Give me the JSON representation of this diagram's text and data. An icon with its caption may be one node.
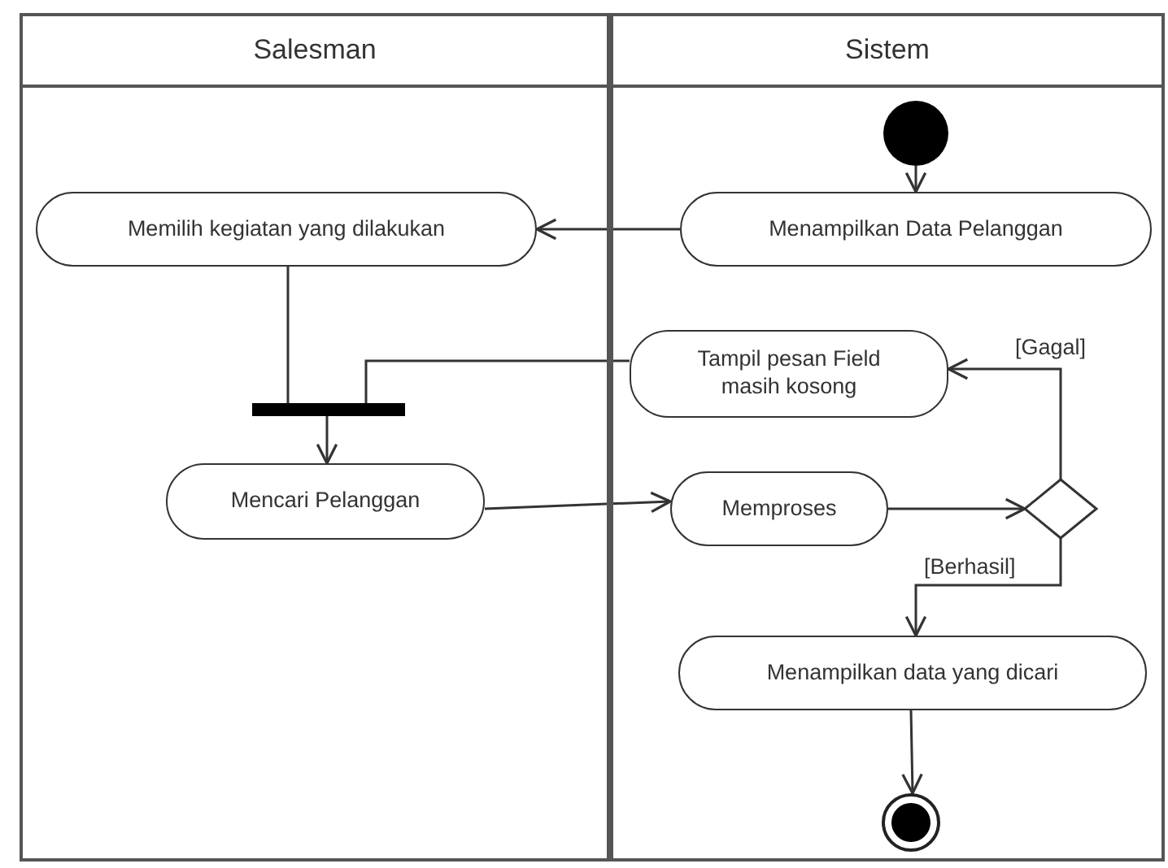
{
  "diagram": {
    "nodes": [
      {
        "text": [
          "Salesman"
        ]
      },
      {
        "text": [
          "Sistem"
        ]
      },
      {
        "text": [],
        "shape": "circle",
        "in": 1
      },
      {
        "text": [
          "Menampilkan Data Pelanggan"
        ],
        "in": 1
      },
      {
        "text": [
          "Memilih kegiatan yang dilakukan"
        ],
        "in": 0
      },
      {
        "text": [],
        "shape": "bar",
        "in": 0
      },
      {
        "text": [
          "Tampil pesan Field masih kosong"
        ],
        "in": 1
      },
      {
        "text": [
          "Mencari Pelanggan"
        ],
        "in": 0
      },
      {
        "text": [
          "Memproses"
        ],
        "in": 1
      },
      {
        "text": [],
        "shape": "diamond",
        "in": 1
      },
      {
        "text": [
          "Menampilkan data yang dicari"
        ],
        "in": 1
      },
      {
        "text": [],
        "shape": "circle",
        "in": 1
      }
    ],
    "edges": [
      {
        "from": 2,
        "to": 3,
        "arrow": "to"
      },
      {
        "from": 3,
        "to": 4,
        "arrow": "to"
      },
      {
        "from": 4,
        "to": 5,
        "arrow": "none"
      },
      {
        "from": 6,
        "to": 5,
        "arrow": "none"
      },
      {
        "from": 5,
        "to": 7,
        "arrow": "to"
      },
      {
        "from": 7,
        "to": 8,
        "arrow": "to"
      },
      {
        "from": 8,
        "to": 9,
        "arrow": "to"
      },
      {
        "from": 9,
        "to": 6,
        "arrow": "to",
        "label": "[Gagal]"
      },
      {
        "from": 9,
        "to": 10,
        "arrow": "to",
        "label": "[Berhasil]"
      },
      {
        "from": 10,
        "to": 11,
        "arrow": "to"
      }
    ]
  }
}
